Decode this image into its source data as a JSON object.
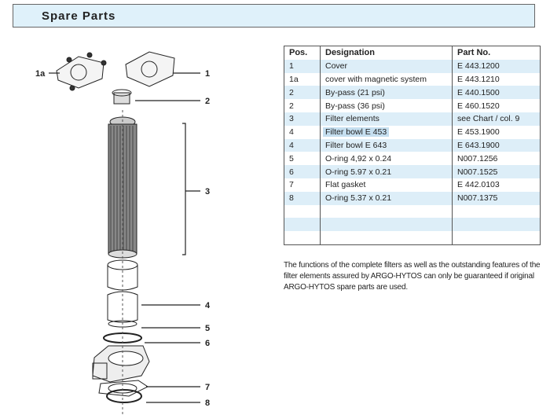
{
  "header": {
    "title": "Spare Parts"
  },
  "table": {
    "headers": [
      "Pos.",
      "Designation",
      "Part No."
    ],
    "rows": [
      [
        "1",
        "Cover",
        "E 443.1200"
      ],
      [
        "1a",
        "cover with magnetic system",
        "E 443.1210"
      ],
      [
        "2",
        "By-pass (21 psi)",
        "E 440.1500"
      ],
      [
        "2",
        "By-pass (36 psi)",
        "E 460.1520"
      ],
      [
        "3",
        "Filter elements",
        "see Chart / col. 9"
      ],
      [
        "4",
        "Filter bowl E 453",
        "E 453.1900"
      ],
      [
        "4",
        "Filter bowl E 643",
        "E 643.1900"
      ],
      [
        "5",
        "O-ring 4,92 x 0.24",
        "N007.1256"
      ],
      [
        "6",
        "O-ring 5.97 x 0.21",
        "N007.1525"
      ],
      [
        "7",
        "Flat gasket",
        "E 442.0103"
      ],
      [
        "8",
        "O-ring 5.37 x 0.21",
        "N007.1375"
      ]
    ]
  },
  "note": "The functions of the complete filters as well as the outstanding features of the filter elements assured by ARGO-HYTOS can only be guaranteed if original ARGO-HYTOS spare parts are used.",
  "diagram": {
    "labels": [
      "1a",
      "1",
      "2",
      "3",
      "4",
      "5",
      "6",
      "7",
      "8"
    ]
  }
}
